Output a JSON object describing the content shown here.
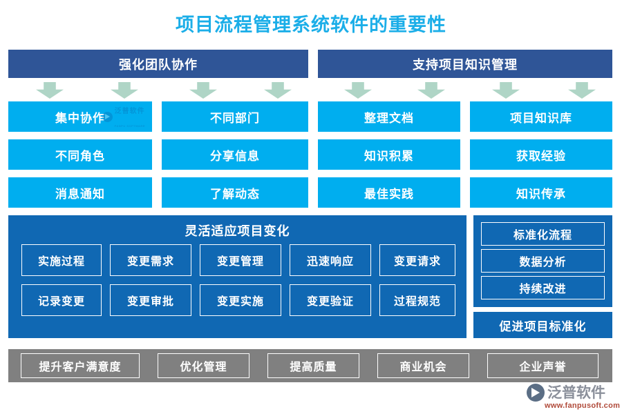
{
  "page": {
    "title": "项目流程管理系统软件的重要性",
    "title_color": "#1BAEE8",
    "background": "#FFFFFF"
  },
  "colors": {
    "header_blue": "#2F5597",
    "cyan": "#00AEEF",
    "panel_blue": "#1068B3",
    "arrow_green": "#AFD5C6",
    "gray": "#808080",
    "white": "#FFFFFF"
  },
  "headers": [
    {
      "label": "强化团队协作"
    },
    {
      "label": "支持项目知识管理"
    }
  ],
  "arrows": [
    {
      "name": "down-arrow-1"
    },
    {
      "name": "down-arrow-2"
    },
    {
      "name": "down-arrow-3"
    },
    {
      "name": "down-arrow-4"
    },
    {
      "name": "down-arrow-5"
    },
    {
      "name": "down-arrow-6"
    },
    {
      "name": "down-arrow-7"
    },
    {
      "name": "down-arrow-8"
    }
  ],
  "grid": {
    "rows": [
      {
        "cells": [
          "集中协作",
          "不同部门",
          "整理文档",
          "项目知识库"
        ]
      },
      {
        "cells": [
          "不同角色",
          "分享信息",
          "知识积累",
          "获取经验"
        ]
      },
      {
        "cells": [
          "消息通知",
          "了解动态",
          "最佳实践",
          "知识传承"
        ]
      }
    ]
  },
  "watermark": {
    "brand": "泛普软件",
    "sub": "FANPU SOFTWARE"
  },
  "change_panel": {
    "title": "灵活适应项目变化",
    "rows": [
      {
        "cells": [
          "实施过程",
          "变更需求",
          "变更管理",
          "迅速响应",
          "变更请求"
        ]
      },
      {
        "cells": [
          "记录变更",
          "变更审批",
          "变更实施",
          "变更验证",
          "过程规范"
        ]
      }
    ]
  },
  "standard_panel": {
    "items": [
      "标准化流程",
      "数据分析",
      "持续改进"
    ],
    "footer": "促进项目标准化"
  },
  "outcomes": {
    "items": [
      "提升客户满意度",
      "优化管理",
      "提高质量",
      "商业机会",
      "企业声誉"
    ]
  },
  "logo": {
    "name": "泛普软件",
    "url": "www.fanpusoft.com"
  }
}
